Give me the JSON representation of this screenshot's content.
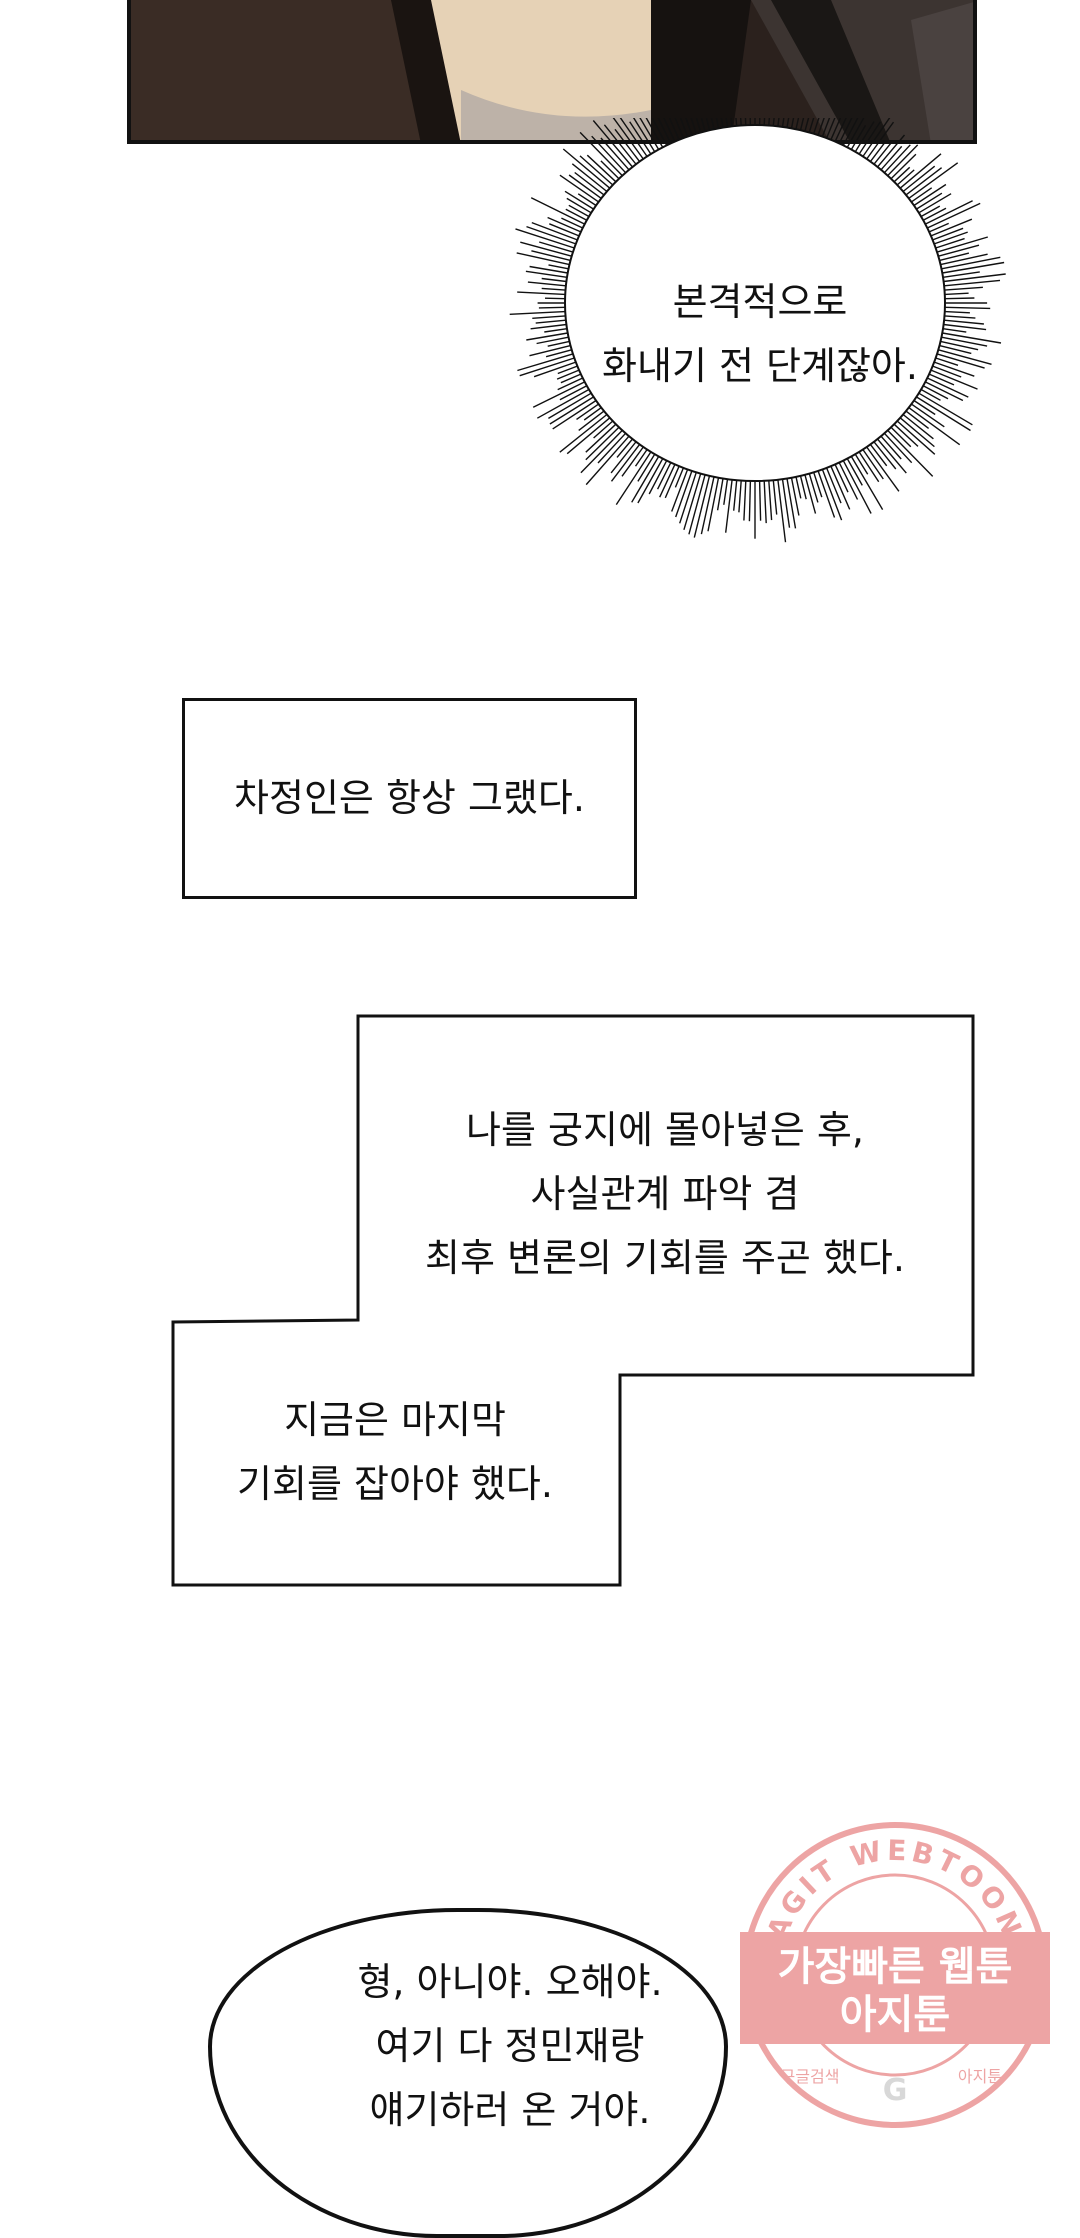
{
  "shout_bubble": {
    "lines": [
      "본격적으로",
      "화내기 전 단계잖아."
    ]
  },
  "narration_1": {
    "text": "차정인은 항상 그랬다."
  },
  "narration_2": {
    "lines": [
      "나를 궁지에 몰아넣은 후,",
      "사실관계 파악 겸",
      "최후 변론의 기회를 주곤 했다."
    ]
  },
  "narration_3": {
    "lines": [
      "지금은 마지막",
      "기회를 잡아야 했다."
    ]
  },
  "speech_bubble": {
    "lines": [
      "형, 아니야. 오해야.",
      "여기 다 정민재랑",
      "얘기하러 온 거야."
    ]
  },
  "watermark": {
    "arc_text": "AGIT WEBTOON",
    "line1": "가장빠른 웹툰",
    "line2": "아지툰",
    "footer_left": "구글검색",
    "footer_right": "아지툰"
  },
  "colors": {
    "stamp": "#e05a5a",
    "ink": "#111111",
    "panel_dark": "#2b211d"
  }
}
